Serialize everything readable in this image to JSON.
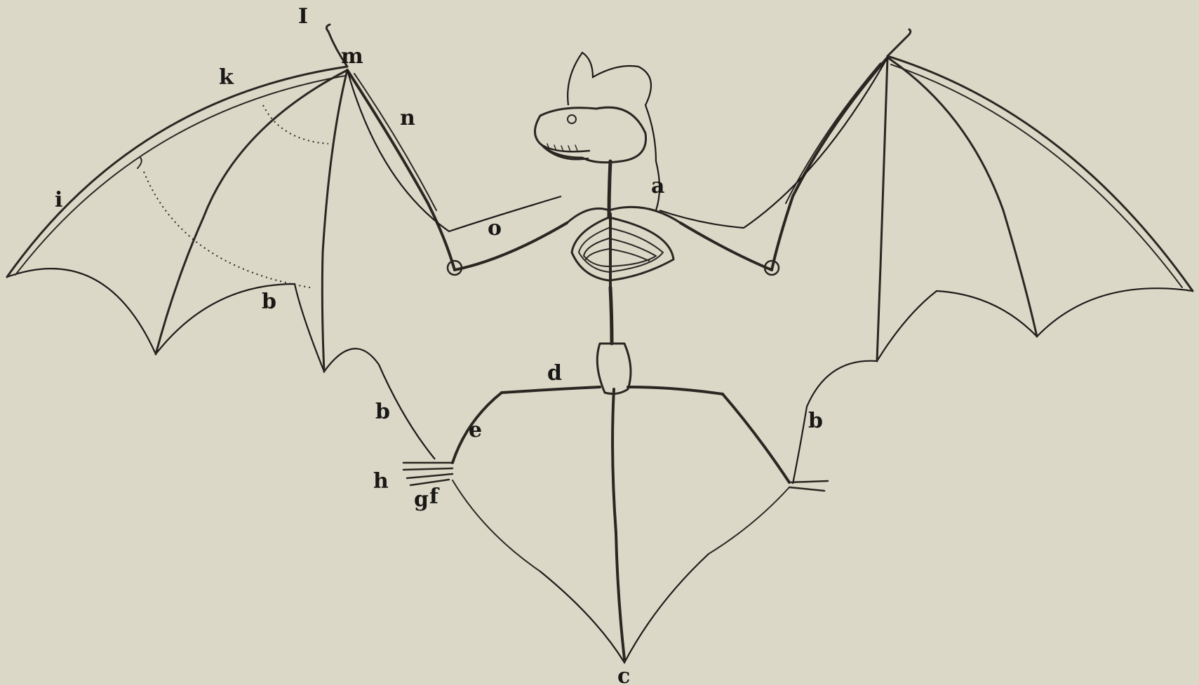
{
  "figure": {
    "labels": {
      "I": "I",
      "m": "m",
      "k": "k",
      "n": "n",
      "i": "i",
      "a": "a",
      "o": "o",
      "b_wing": "b",
      "b_leg_left": "b",
      "b_leg_right": "b",
      "d": "d",
      "e": "e",
      "h": "h",
      "g": "g",
      "f": "f",
      "c": "c"
    },
    "colors": {
      "paper": "#dbd8c8",
      "ink": "#2a2722"
    }
  }
}
